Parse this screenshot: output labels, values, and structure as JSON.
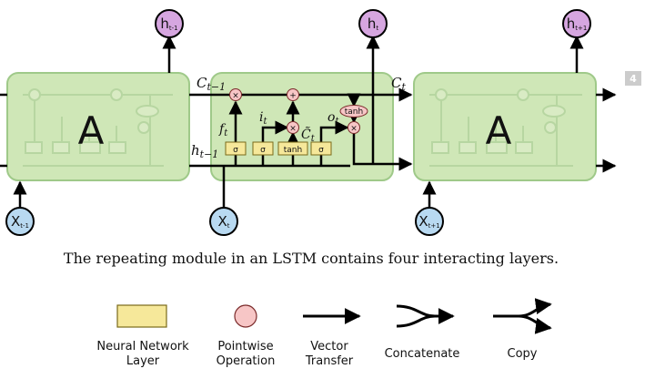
{
  "diagram": {
    "cells": {
      "left_label": "A",
      "right_label": "A",
      "ghost_op": "tanh"
    },
    "inputs": {
      "left": {
        "base": "X",
        "sub": "t-1"
      },
      "middle": {
        "base": "X",
        "sub": "t"
      },
      "right": {
        "base": "X",
        "sub": "t+1"
      }
    },
    "outputs": {
      "left": {
        "base": "h",
        "sub": "t-1"
      },
      "middle": {
        "base": "h",
        "sub": "t"
      },
      "right": {
        "base": "h",
        "sub": "t+1"
      }
    },
    "edge_labels": {
      "c_prev": {
        "base": "C",
        "sub": "t−1"
      },
      "c_next": {
        "base": "C",
        "sub": "t"
      },
      "h_prev": {
        "base": "h",
        "sub": "t−1"
      },
      "f": {
        "base": "f",
        "sub": "t"
      },
      "i": {
        "base": "i",
        "sub": "t"
      },
      "c_tilde": {
        "base": "C̃",
        "sub": "t"
      },
      "o": {
        "base": "o",
        "sub": "t"
      }
    },
    "layers": [
      "σ",
      "σ",
      "tanh",
      "σ"
    ],
    "pointwise": {
      "multiply": "×",
      "add": "+",
      "tanh": "tanh"
    },
    "slide_number": "4"
  },
  "caption": "The repeating module in an LSTM contains four interacting layers.",
  "legend": {
    "neural_network_layer": [
      "Neural Network",
      "Layer"
    ],
    "pointwise_operation": [
      "Pointwise",
      "Operation"
    ],
    "vector_transfer": [
      "Vector",
      "Transfer"
    ],
    "concatenate": "Concatenate",
    "copy": "Copy"
  },
  "colors": {
    "cell_fill": "#cfe7b7",
    "cell_stroke": "#9fc989",
    "layer_fill": "#f6e89a",
    "pointwise_fill": "#f7c6c6",
    "input_fill": "#b8d9f1",
    "output_fill": "#d6a6e0"
  }
}
